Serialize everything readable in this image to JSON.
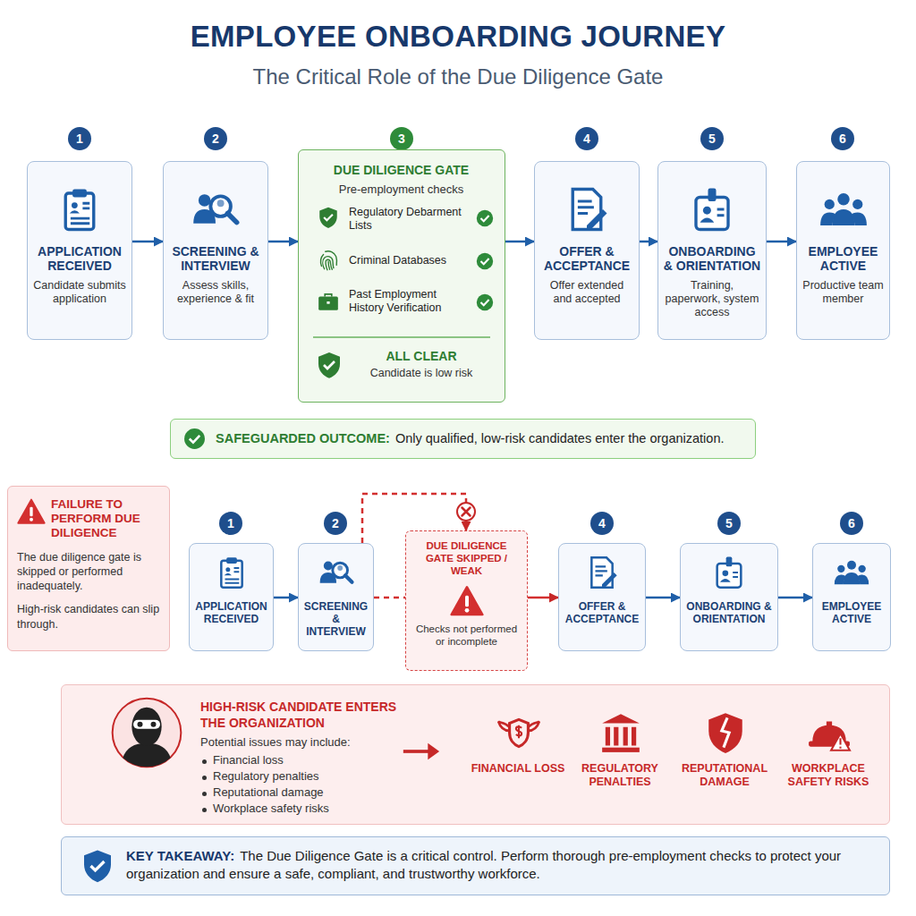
{
  "diagram": {
    "title": "EMPLOYEE ONBOARDING JOURNEY",
    "nodes": [
      {
        "text": [
          "APPLICATION RECEIVED",
          "Candidate submits application"
        ]
      },
      {
        "text": [
          "SCREENING & INTERVIEW",
          "Assess skills, experience & fit"
        ]
      },
      {
        "text": [
          "DUE DILIGENCE GATE",
          "Pre-employment checks",
          "Regulatory Debarment Lists",
          "Criminal Databases",
          "Past Employment History Verification",
          "ALL CLEAR",
          "Candidate is low risk"
        ]
      },
      {
        "text": [
          "OFFER & ACCEPTANCE",
          "Offer extended and accepted"
        ]
      },
      {
        "text": [
          "ONBOARDING & ORIENTATION",
          "Training, paperwork, system access"
        ]
      },
      {
        "text": [
          "EMPLOYEE ACTIVE",
          "Productive team member"
        ]
      },
      {
        "text": [
          "SAFEGUARDED OUTCOME:",
          "Only qualified, low-risk candidates enter the organization."
        ]
      },
      {
        "text": [
          "FAILURE TO PERFORM DUE DILIGENCE",
          "The due diligence gate is skipped or performed inadequately.",
          "High-risk candidates can slip through."
        ]
      },
      {
        "text": [
          "APPLICATION RECEIVED"
        ]
      },
      {
        "text": [
          "SCREENING & INTERVIEW"
        ]
      },
      {
        "text": [
          "DUE DILIGENCE GATE SKIPPED / WEAK",
          "Checks not performed or incomplete"
        ]
      },
      {
        "text": [
          "OFFER & ACCEPTANCE"
        ]
      },
      {
        "text": [
          "ONBOARDING & ORIENTATION"
        ]
      },
      {
        "text": [
          "EMPLOYEE ACTIVE"
        ]
      },
      {
        "text": [
          "HIGH-RISK CANDIDATE ENTERS THE ORGANIZATION",
          "Potential issues may include:",
          "Financial loss",
          "Regulatory penalties",
          "Reputational damage",
          "Workplace safety risks"
        ]
      },
      {
        "text": [
          "KEY TAKEAWAY:",
          "The Due Diligence Gate is a critical control. Perform thorough pre-employment checks to protect your organization and ensure a safe, compliant, and trustworthy workforce."
        ]
      }
    ],
    "edges": [
      {
        "from": 0,
        "to": 1,
        "arrow": "to"
      },
      {
        "from": 1,
        "to": 2,
        "arrow": "to"
      },
      {
        "from": 2,
        "to": 3,
        "arrow": "to"
      },
      {
        "from": 3,
        "to": 4,
        "arrow": "to"
      },
      {
        "from": 4,
        "to": 5,
        "arrow": "to"
      },
      {
        "from": 8,
        "to": 9,
        "arrow": "to"
      },
      {
        "from": 9,
        "to": 10,
        "arrow": "none"
      },
      {
        "from": 9,
        "to": 10,
        "arrow": "to"
      },
      {
        "from": 10,
        "to": 11,
        "arrow": "to"
      },
      {
        "from": 11,
        "to": 12,
        "arrow": "to"
      },
      {
        "from": 12,
        "to": 13,
        "arrow": "to"
      }
    ],
    "labels": [
      "The Critical Role of the Due Diligence Gate",
      "1",
      "2",
      "3",
      "4",
      "5",
      "6",
      "1",
      "2",
      "4",
      "5",
      "6",
      "FINANCIAL LOSS",
      "REGULATORY PENALTIES",
      "REPUTATIONAL DAMAGE",
      "WORKPLACE SAFETY RISKS"
    ]
  }
}
